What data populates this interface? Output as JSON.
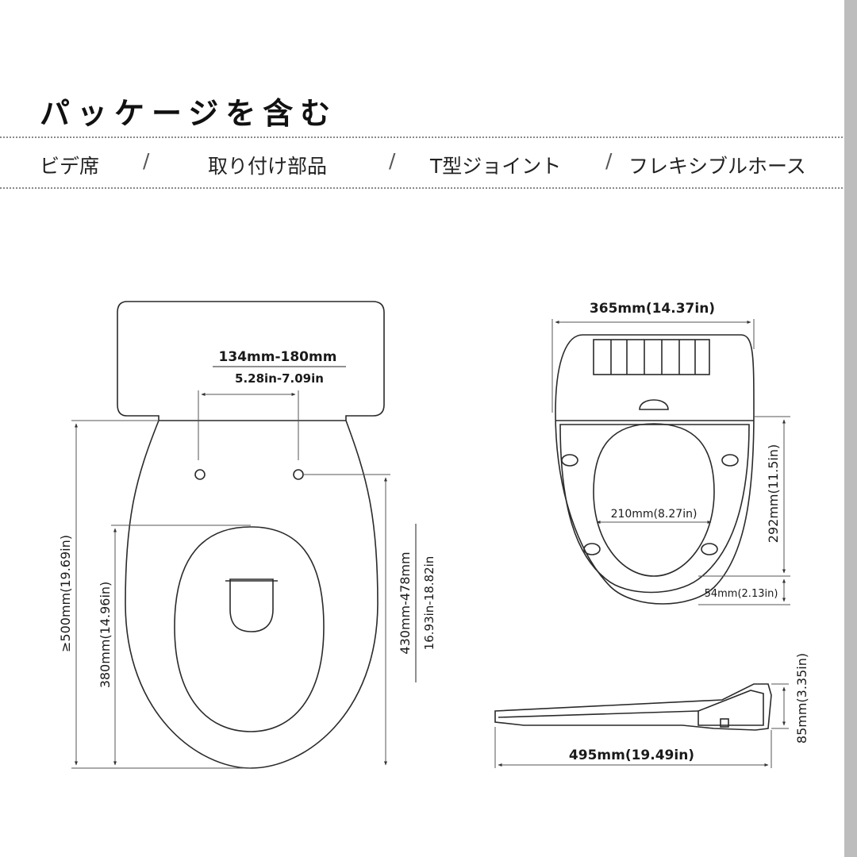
{
  "title": "パッケージを含む",
  "package_items": [
    "ビデ席",
    "取り付け部品",
    "T型ジョイント",
    "フレキシブルホース"
  ],
  "separator": "/",
  "dimensions": {
    "hole_spacing_mm": "134mm-180mm",
    "hole_spacing_in": "5.28in-7.09in",
    "total_length": "≥500mm(19.69in)",
    "bowl_length": "380mm(14.96in)",
    "hole_to_front_mm": "430mm-478mm",
    "hole_to_front_in": "16.93in-18.82in",
    "seat_width": "365mm(14.37in)",
    "opening_width": "210mm(8.27in)",
    "opening_length": "292mm(11.5in)",
    "front_rim": "54mm(2.13in)",
    "seat_length": "495mm(19.49in)",
    "seat_height": "85mm(3.35in)"
  }
}
